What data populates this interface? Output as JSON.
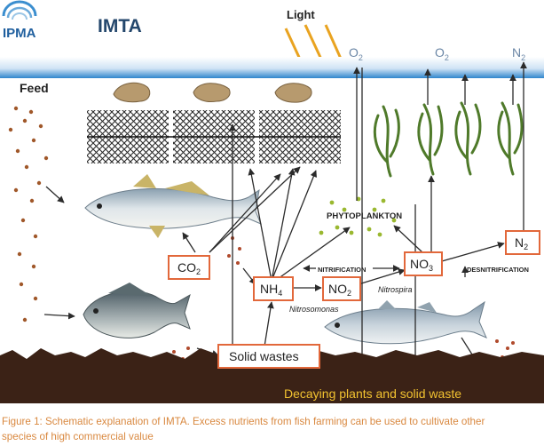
{
  "header": {
    "logo_text": "IPMA",
    "title": "IMTA",
    "light_label": "Light"
  },
  "gases": {
    "o2_a": "O",
    "o2_b": "O",
    "n2_top": "N",
    "sub_2": "2"
  },
  "feed_label": "Feed",
  "nodes": {
    "phytoplankton": "PHYTOPLANKTON",
    "co2": "CO",
    "co2_sub": "2",
    "nh4": "NH",
    "nh4_sub": "4",
    "no2": "NO",
    "no2_sub": "2",
    "no3": "NO",
    "no3_sub": "3",
    "n2": "N",
    "n2_sub": "2",
    "solid_wastes": "Solid wastes"
  },
  "process_labels": {
    "nitrification": "NITRIFICATION",
    "desnitrification": "DESNITRIFICATION",
    "nitrosomonas": "Nitrosomonas",
    "nitrospira": "Nitrospira"
  },
  "seabed_label": "Decaying plants and solid waste",
  "caption": {
    "line1": "Figure 1: Schematic explanation of IMTA. Excess nutrients from fish farming can be used to cultivate other",
    "line2": "species of high commercial value"
  },
  "colors": {
    "box_border": "#e2683b",
    "arrow": "#2b2b2b",
    "water_surface": "#3f8fd0",
    "sediment": "#3b2216",
    "seabed_text": "#f2c230",
    "caption": "#d9883f",
    "seaweed": "#4f7a2a",
    "light_ray": "#e9a320",
    "feed_pellet": "#a0582a"
  }
}
